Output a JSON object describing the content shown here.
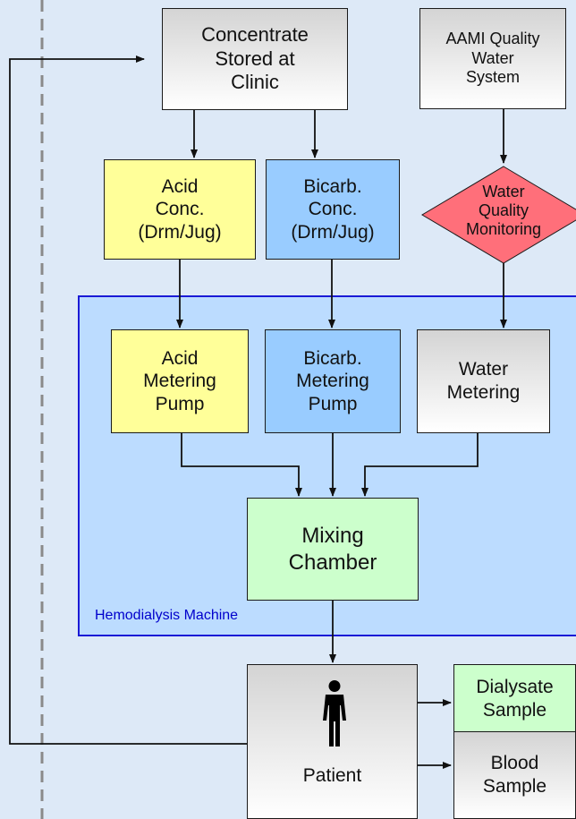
{
  "nodes": {
    "concentrate_clinic": "Concentrate\nStored at\nClinic",
    "aami_water": "AAMI Quality\nWater\nSystem",
    "acid_conc": "Acid\nConc.\n(Drm/Jug)",
    "bicarb_conc": "Bicarb.\nConc.\n(Drm/Jug)",
    "water_quality_monitoring": "Water\nQuality\nMonitoring",
    "acid_pump": "Acid\nMetering\nPump",
    "bicarb_pump": "Bicarb.\nMetering\nPump",
    "water_metering": "Water\nMetering",
    "mixing_chamber": "Mixing\nChamber",
    "patient": "Patient",
    "dialysate_sample": "Dialysate\nSample",
    "blood_sample": "Blood\nSample"
  },
  "groups": {
    "hemodialysis_machine": "Hemodialysis Machine"
  },
  "colors": {
    "background": "#dde9f7",
    "machine_fill": "#bcdcff",
    "machine_border": "#1a1ad6",
    "acid": "#ffff99",
    "bicarb": "#99ccff",
    "mixing": "#ccffcc",
    "monitoring": "#ff6f7a",
    "divider": "#8a8a8a"
  },
  "icons": {
    "patient": "person-icon"
  }
}
